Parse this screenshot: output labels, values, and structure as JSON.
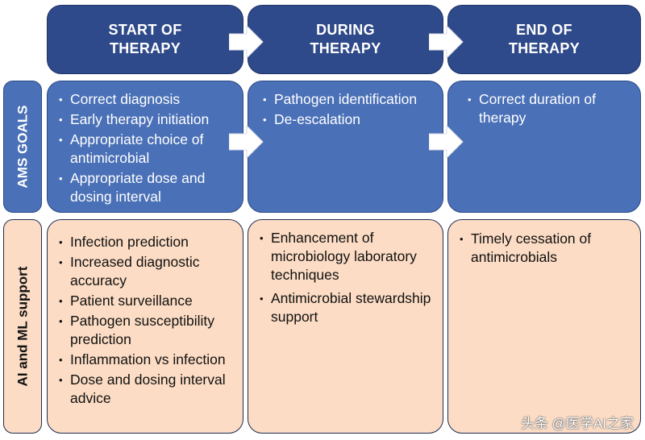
{
  "phases": [
    "START OF\nTHERAPY",
    "DURING\nTHERAPY",
    "END OF\nTHERAPY"
  ],
  "rows": {
    "goals_label": "AMS GOALS",
    "ai_label": "AI and ML support"
  },
  "goals": [
    [
      "Correct diagnosis",
      "Early therapy initiation",
      "Appropriate choice of antimicrobial",
      "Appropriate dose and dosing interval"
    ],
    [
      "Pathogen identification",
      "De-escalation"
    ],
    [
      "Correct duration of therapy"
    ]
  ],
  "ai": [
    [
      "Infection prediction",
      "Increased diagnostic accuracy",
      "Patient surveillance",
      "Pathogen susceptibility prediction",
      "Inflammation vs infection",
      "Dose and dosing interval advice"
    ],
    [
      "Enhancement of microbiology laboratory techniques",
      "Antimicrobial stewardship support"
    ],
    [
      "Timely cessation of antimicrobials"
    ]
  ],
  "watermark": "头条 @医学AI之家",
  "colors": {
    "header": "#2f4a8a",
    "goal": "#4a70b7",
    "ai": "#fcdcc4"
  }
}
